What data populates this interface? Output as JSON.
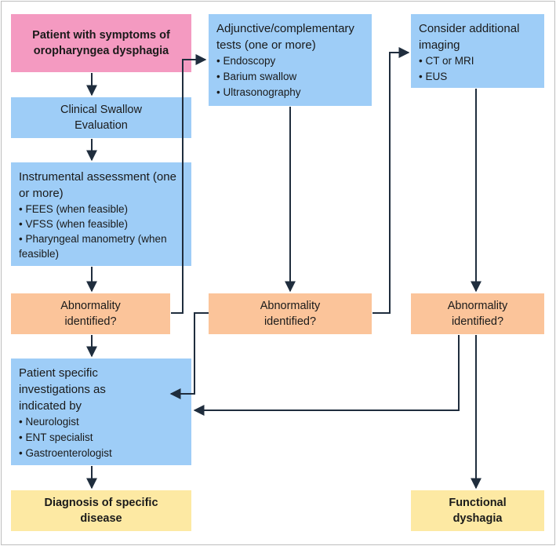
{
  "boxes": {
    "start": {
      "text": "Patient with symptoms of oropharyngea dysphagia"
    },
    "clinical": {
      "text": "Clinical Swallow Evaluation"
    },
    "instrumental": {
      "title": "Instrumental assessment (one or more)",
      "items": [
        "FEES (when feasible)",
        "VFSS (when feasible)",
        "Pharyngeal manometry (when feasible)"
      ]
    },
    "abn1": {
      "text": "Abnormality identified?"
    },
    "adjunctive": {
      "title": "Adjunctive/complementary tests (one or more)",
      "items": [
        "Endoscopy",
        "Barium swallow",
        "Ultrasonography"
      ]
    },
    "abn2": {
      "text": "Abnormality identified?"
    },
    "imaging": {
      "title": "Consider additional imaging",
      "items": [
        "CT or MRI",
        "EUS"
      ]
    },
    "abn3": {
      "text": "Abnormality identified?"
    },
    "specific": {
      "title": "Patient specific investigations as indicated by",
      "items": [
        "Neurologist",
        "ENT specialist",
        "Gastroenterologist"
      ]
    },
    "diagnosis": {
      "text": "Diagnosis of specific disease"
    },
    "functional": {
      "text": "Functional dyshagia"
    }
  },
  "colors": {
    "pink": "#f49ac1",
    "blue": "#9ecdf7",
    "orange": "#fbc49a",
    "yellow": "#fde9a3",
    "arrow": "#1f2d3d"
  }
}
